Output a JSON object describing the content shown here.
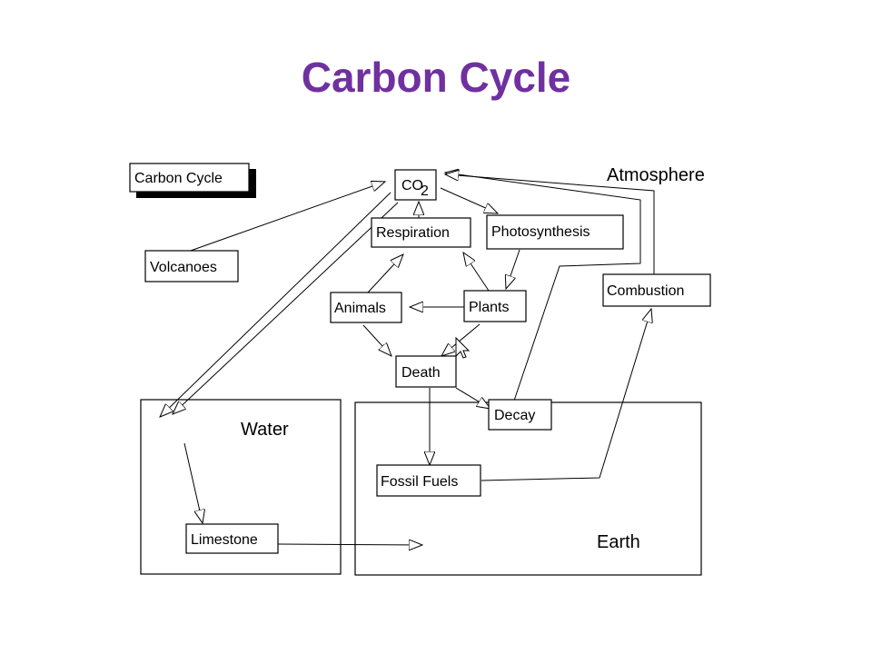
{
  "slide": {
    "title": "Carbon Cycle",
    "title_color": "#7030A0"
  },
  "diagram": {
    "legend_title": "Carbon Cycle",
    "regions": {
      "atmosphere": "Atmosphere",
      "water": "Water",
      "earth": "Earth"
    },
    "nodes": {
      "co2_main": "CO",
      "co2_sub": "2",
      "respiration": "Respiration",
      "photosynthesis": "Photosynthesis",
      "volcanoes": "Volcanoes",
      "animals": "Animals",
      "plants": "Plants",
      "combustion": "Combustion",
      "death": "Death",
      "decay": "Decay",
      "fossil_fuels": "Fossil Fuels",
      "limestone": "Limestone"
    },
    "colors": {
      "line": "#000000",
      "box_fill": "#ffffff",
      "shadow": "#000000"
    }
  }
}
